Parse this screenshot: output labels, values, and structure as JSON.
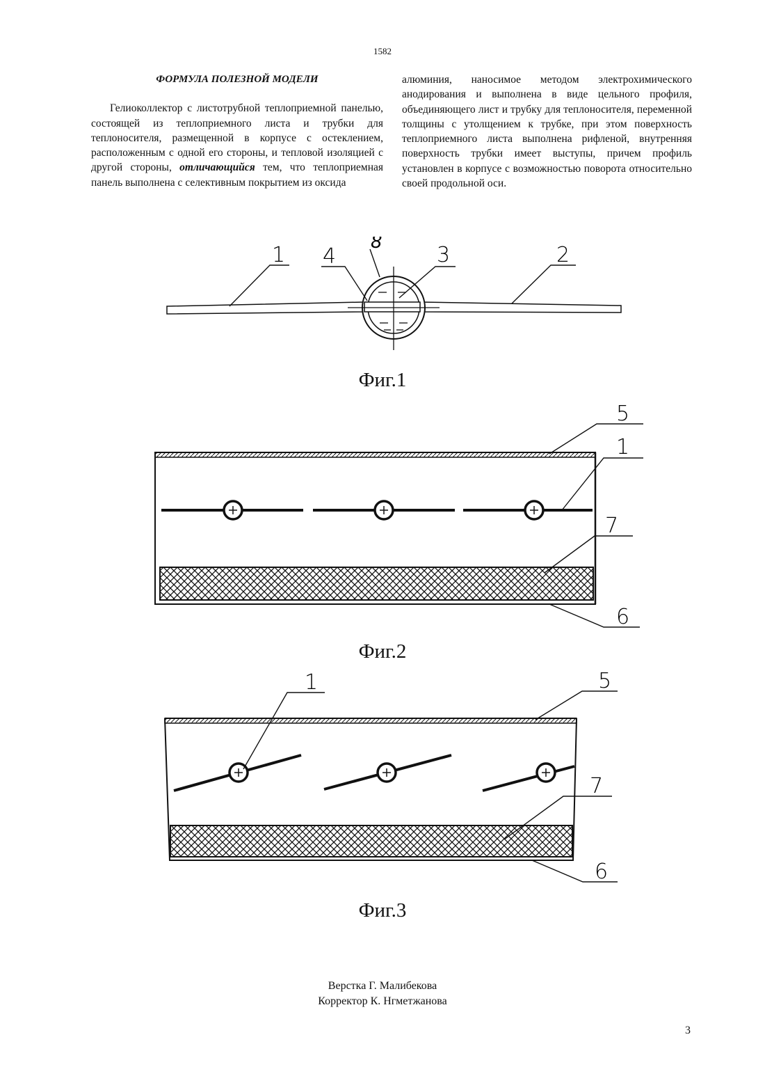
{
  "header": {
    "page_ref": "1582"
  },
  "claim": {
    "title": "ФОРМУЛА ПОЛЕЗНОЙ МОДЕЛИ",
    "text_intro": "Гелиоколлектор с листотрубной теплоприемной панелью, состоящей из теплоприемного листа и трубки для теплоносителя, размещенной в корпусе с остеклением, расположенным с одной его стороны, и тепловой изоляцией с другой стороны, ",
    "text_emph": "отличающийся",
    "text_rest": " тем, что теплоприемная панель выполнена с селективным покрытием из оксида",
    "text_col2": "алюминия, наносимое методом электрохимического анодирования и выполнена в виде цельного профиля, объединяющего лист и трубку для теплоносителя, переменной толщины с утолщением к трубке, при этом поверхность теплоприемного листа выполнена рифленой, внутренняя поверхность трубки имеет выступы, причем профиль установлен в корпусе с возможностью поворота относительно своей продольной оси."
  },
  "figures": [
    {
      "caption": "Фиг.1",
      "labels": [
        "1",
        "4",
        "8",
        "3",
        "2"
      ]
    },
    {
      "caption": "Фиг.2",
      "labels": [
        "5",
        "1",
        "7",
        "6"
      ]
    },
    {
      "caption": "Фиг.3",
      "labels": [
        "1",
        "5",
        "7",
        "6"
      ]
    }
  ],
  "credits": {
    "layout": "Верстка Г. Малибекова",
    "proofreader": "Корректор К. Нгметжанова"
  },
  "page_number": "3"
}
